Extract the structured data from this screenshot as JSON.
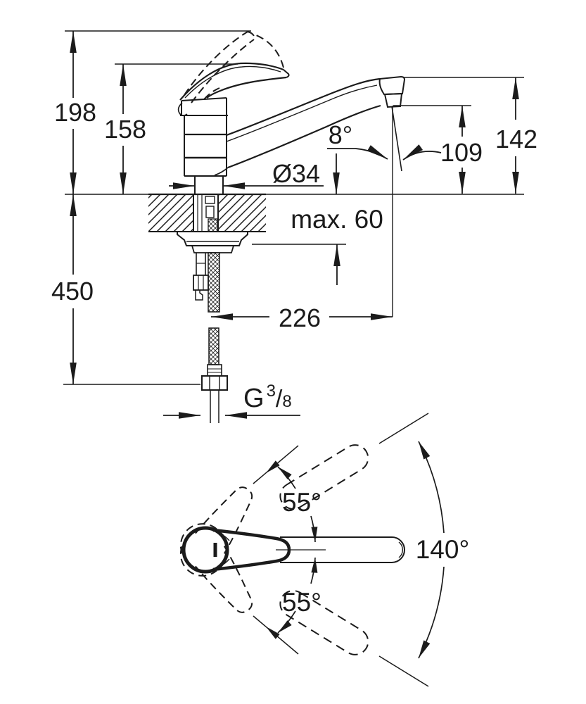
{
  "colors": {
    "line": "#1b1b1b",
    "background": "#ffffff"
  },
  "front_view": {
    "overall_height": "198",
    "lever_height": "158",
    "spout_height": "142",
    "outlet_clearance": "109",
    "outlet_angle": "8°",
    "body_diameter": "Ø34",
    "max_deck_thickness": "max. 60",
    "hose_length": "450",
    "projection": "226",
    "thread": {
      "prefix": "G",
      "numerator": "3",
      "slash": "/",
      "denominator": "8"
    }
  },
  "top_view": {
    "lever_swing_upper": "55°",
    "lever_swing_lower": "55°",
    "swivel_range": "140°"
  }
}
